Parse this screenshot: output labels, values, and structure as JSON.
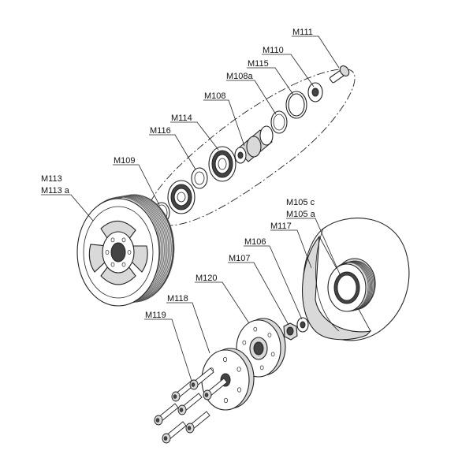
{
  "diagram": {
    "labels": [
      {
        "id": "m111",
        "text": "M111"
      },
      {
        "id": "m110",
        "text": "M110"
      },
      {
        "id": "m115",
        "text": "M115"
      },
      {
        "id": "m108a",
        "text": "M108a"
      },
      {
        "id": "m108",
        "text": "M108"
      },
      {
        "id": "m114",
        "text": "M114"
      },
      {
        "id": "m116",
        "text": "M116"
      },
      {
        "id": "m109",
        "text": "M109"
      },
      {
        "id": "m113",
        "text": "M113"
      },
      {
        "id": "m113a",
        "text": "M113 a"
      },
      {
        "id": "m105c",
        "text": "M105 c"
      },
      {
        "id": "m105a",
        "text": "M105 a"
      },
      {
        "id": "m117",
        "text": "M117"
      },
      {
        "id": "m106",
        "text": "M106"
      },
      {
        "id": "m107",
        "text": "M107"
      },
      {
        "id": "m120",
        "text": "M120"
      },
      {
        "id": "m118",
        "text": "M118"
      },
      {
        "id": "m119",
        "text": "M119"
      }
    ]
  }
}
